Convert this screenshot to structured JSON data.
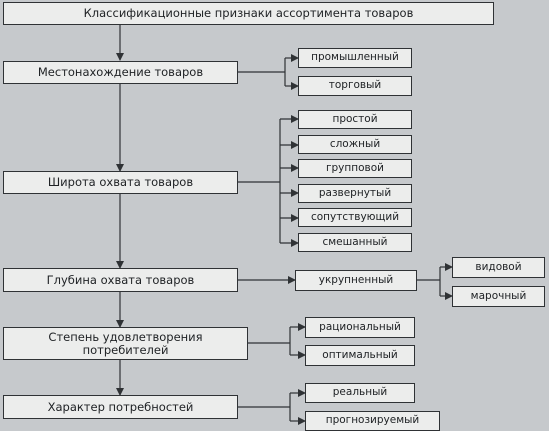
{
  "title": "Классификационные признаки ассортимента товаров",
  "criteria": [
    {
      "label": "Местонахождение товаров",
      "values": [
        "промышленный",
        "торговый"
      ]
    },
    {
      "label": "Широта охвата товаров",
      "values": [
        "простой",
        "сложный",
        "групповой",
        "развернутый",
        "сопутствующий",
        "смешанный"
      ]
    },
    {
      "label": "Глубина охвата товаров",
      "values": [
        "укрупненный"
      ],
      "subvalues": [
        "видовой",
        "марочный"
      ]
    },
    {
      "label": "Степень удовлетворения потребителей",
      "values": [
        "рациональный",
        "оптимальный"
      ]
    },
    {
      "label": "Характер потребностей",
      "values": [
        "реальный",
        "прогнозируемый"
      ]
    }
  ]
}
